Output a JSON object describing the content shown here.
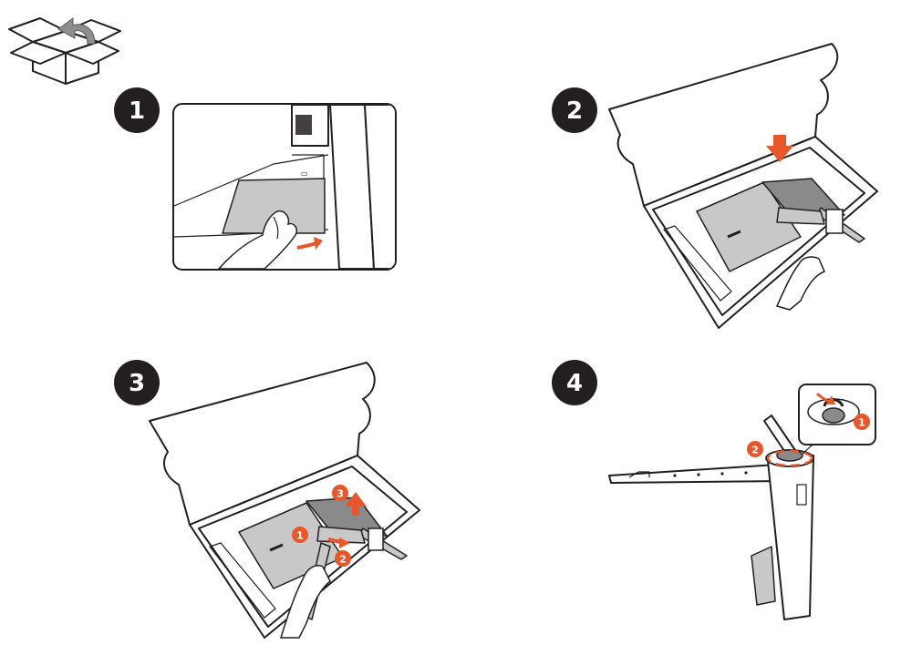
{
  "steps": [
    {
      "label": "1"
    },
    {
      "label": "2"
    },
    {
      "label": "3"
    },
    {
      "label": "4"
    }
  ],
  "sub_steps": {
    "step3": [
      "1",
      "2",
      "3"
    ],
    "step4": [
      "1",
      "2"
    ]
  },
  "colors": {
    "accent": "#e8562a",
    "badge": "#231f20",
    "panel_gray": "#c8c8c8",
    "line": "#231f20"
  },
  "icons": {
    "unpack": "open-box-arrow-icon"
  }
}
